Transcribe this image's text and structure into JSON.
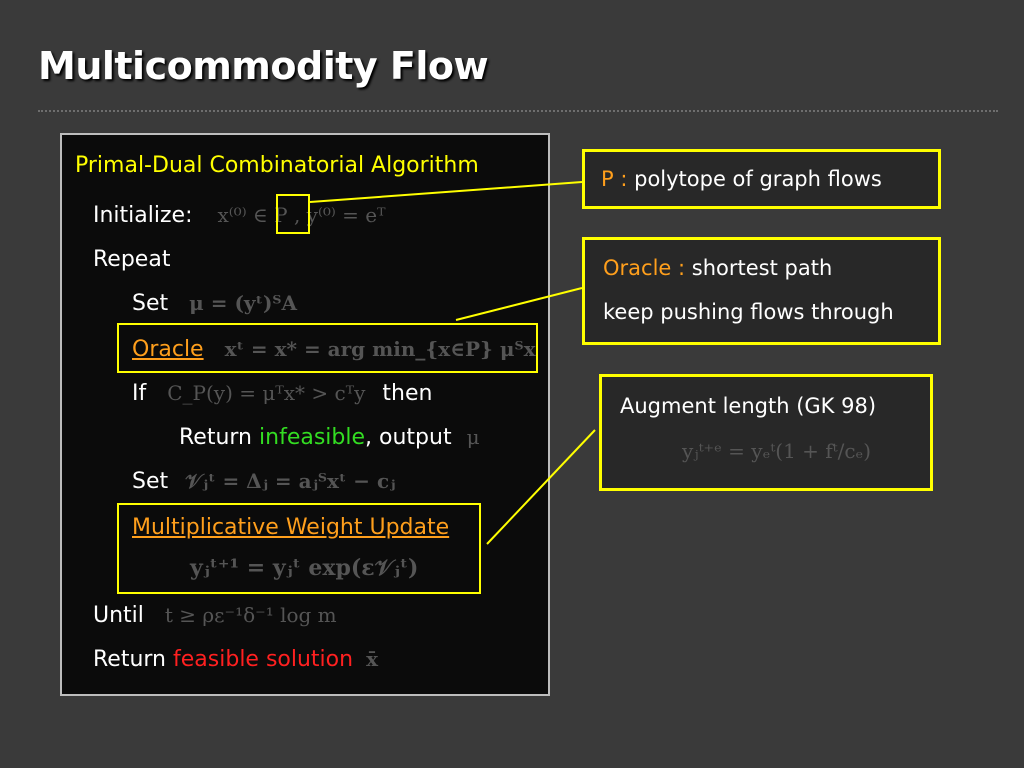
{
  "slide": {
    "title": "Multicommodity Flow"
  },
  "algorithm": {
    "heading": "Primal-Dual Combinatorial Algorithm",
    "initialize_label": "Initialize:",
    "initialize_formula": "x⁽⁰⁾ ∈ P , y⁽⁰⁾ = eᵀ",
    "repeat_label": "Repeat",
    "set_label": "Set",
    "set_formula": "μ = (yᵗ)ᵀA",
    "oracle_label": "Oracle",
    "oracle_formula": "xᵗ = x* = arg min_{x∈P} μᵀx",
    "if_label": "If",
    "if_formula": "C_P(y) = μᵀx* > cᵀy",
    "then_label": "then",
    "return_label": "Return",
    "infeasible_label": "infeasible",
    "output_label": ", output",
    "output_formula": "μ",
    "set2_label": "Set",
    "set2_formula": "𝒱ⱼᵗ = Δⱼ = aⱼᵀxᵗ − cⱼ",
    "mwu_label": "Multiplicative Weight Update",
    "mwu_formula": "yⱼᵗ⁺¹ = yⱼᵗ exp(ε𝒱ⱼᵗ)",
    "until_label": "Until",
    "until_formula": "t ≥ ρε⁻¹δ⁻¹ log m",
    "return_final_label": "Return",
    "feasible_label": "feasible solution",
    "feasible_formula": "x̄"
  },
  "callouts": {
    "p": {
      "key": "P :",
      "text": "polytope of graph flows"
    },
    "oracle": {
      "key": "Oracle :",
      "text": "shortest path",
      "line2": "keep pushing flows through"
    },
    "augment": {
      "text": "Augment length (GK 98)",
      "formula": "yⱼᵗ⁺ᵉ = yₑᵗ(1 + fᵗ/cₑ)"
    }
  },
  "colors": {
    "background": "#3a3a3a",
    "panel": "#0b0b0b",
    "highlight": "#ffff00",
    "oracle_orange": "#ff9f1c",
    "infeasible_green": "#33dd22",
    "feasible_red": "#ff2020",
    "formula_gray": "#555555"
  }
}
